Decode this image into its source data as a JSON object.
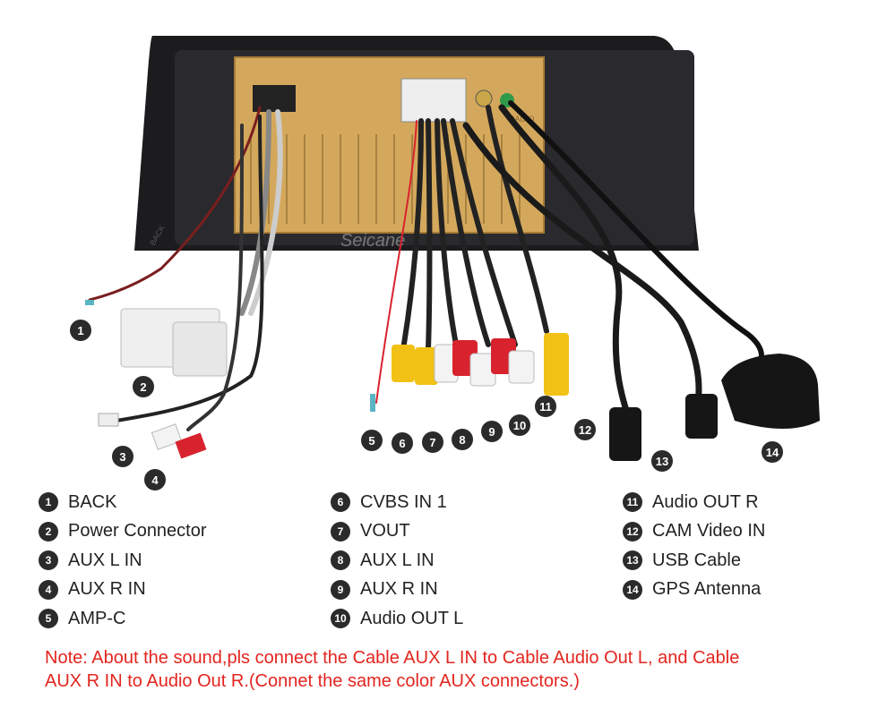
{
  "watermark": "Seicane",
  "unit_labels": {
    "back_tag": "BACK",
    "radio_label": "RADIO"
  },
  "callouts": [
    {
      "num": "1",
      "name": "BACK"
    },
    {
      "num": "2",
      "name": "Power Connector"
    },
    {
      "num": "3",
      "name": "AUX L IN"
    },
    {
      "num": "4",
      "name": "AUX R IN"
    },
    {
      "num": "5",
      "name": "AMP-C"
    },
    {
      "num": "6",
      "name": "CVBS IN 1"
    },
    {
      "num": "7",
      "name": "VOUT"
    },
    {
      "num": "8",
      "name": "AUX L IN"
    },
    {
      "num": "9",
      "name": "AUX R IN"
    },
    {
      "num": "10",
      "name": "Audio OUT L"
    },
    {
      "num": "11",
      "name": "Audio OUT R"
    },
    {
      "num": "12",
      "name": "CAM Video IN"
    },
    {
      "num": "13",
      "name": "USB Cable"
    },
    {
      "num": "14",
      "name": "GPS Antenna"
    }
  ],
  "note": {
    "line1": "Note: About the sound,pls connect the Cable AUX L IN to Cable Audio Out L, and Cable",
    "line2": "AUX R IN to  Audio Out R.(Connet the same color AUX connectors.)"
  },
  "colors": {
    "note": "#e3251f",
    "badge": "#2b2b2b",
    "chassis": "#d4a85c",
    "bezel": "#1c1c1f",
    "rca_red": "#d8232e",
    "rca_yellow": "#f2c116",
    "rca_white": "#f3f3f3"
  }
}
